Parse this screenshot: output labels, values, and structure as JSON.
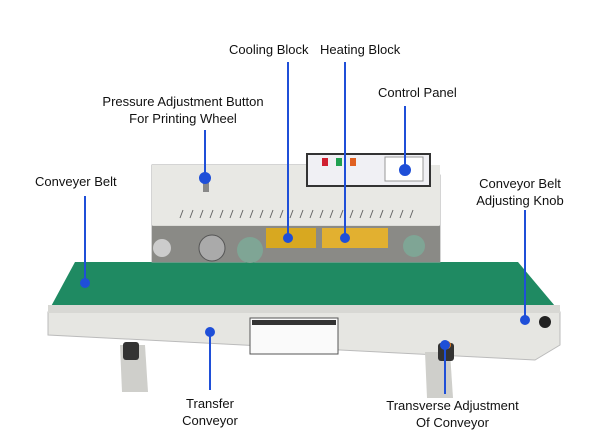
{
  "labels": {
    "cooling_block": "Cooling Block",
    "heating_block": "Heating Block",
    "control_panel": "Control Panel",
    "pressure_line1": "Pressure Adjustment Button",
    "pressure_line2": "For Printing Wheel",
    "conveyer_belt": "Conveyer Belt",
    "knob_line1": "Conveyor Belt",
    "knob_line2": "Adjusting Knob",
    "transfer_line1": "Transfer",
    "transfer_line2": "Conveyor",
    "transverse_line1": "Transverse Adjustment",
    "transverse_line2": "Of Conveyor"
  },
  "colors": {
    "pointer": "#1f4fd8",
    "belt": "#1f8a62",
    "body": "#e4e4e0"
  }
}
